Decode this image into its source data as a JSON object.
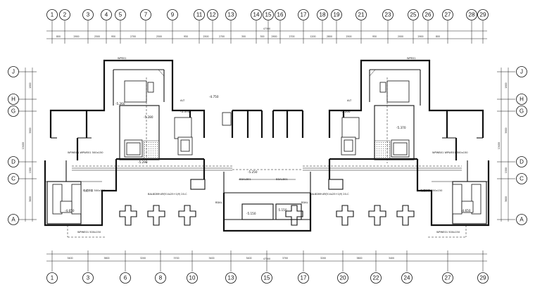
{
  "drawing": {
    "axes_top": [
      "1",
      "2",
      "3",
      "4",
      "5",
      "7",
      "9",
      "11",
      "12",
      "13",
      "14",
      "15",
      "16",
      "17",
      "18",
      "19",
      "21",
      "23",
      "25",
      "26",
      "27",
      "28",
      "29"
    ],
    "axes_bottom": [
      "1",
      "3",
      "6",
      "8",
      "10",
      "13",
      "15",
      "17",
      "20",
      "22",
      "24",
      "27",
      "29"
    ],
    "axes_left": [
      "J",
      "H",
      "G",
      "D",
      "C",
      "A"
    ],
    "axes_right": [
      "J",
      "H",
      "G",
      "D",
      "C",
      "A"
    ],
    "top_dims": [
      "800",
      "2900",
      "2500",
      "950",
      "2700",
      "2500",
      "950",
      "2500",
      "2700",
      "300",
      "300",
      "2900",
      "2700",
      "1200",
      "2800",
      "2500",
      "950",
      "2000",
      "2900",
      "800"
    ],
    "top_total": "47300",
    "bottom_dims": [
      "3400",
      "3800",
      "3200",
      "3700",
      "3400",
      "3400",
      "3700",
      "3200",
      "3800",
      "3400"
    ],
    "bottom_total": "47300",
    "left_dims": [
      "1800",
      "3800",
      "1500",
      "3600"
    ],
    "left_total": "13400",
    "right_dims": [
      "1800",
      "3800",
      "1500",
      "3600"
    ],
    "right_total": "13400",
    "elevations": [
      "-5.260",
      "-5.280",
      "-5.370",
      "-4.750",
      "-5.290",
      "-5.250",
      "-4.650",
      "-5.150",
      "-5.150",
      "-4.650",
      "-5.260",
      "-5.370"
    ],
    "notes": {
      "wpe_top": "WPE01",
      "wpe_top_r": "WPE01",
      "bracket": "ALT",
      "corridor": "BDALB01",
      "corridor_r": "BDALB01",
      "tray_left": "WPWB01 WPWE01 500x150",
      "tray_right": "WPWB01 WPWE01 500x150",
      "feeder_left": "BAL8DMH-BYJY-4x25+1JYJ 20-C",
      "feeder_right": "BAL8DMH-BYJY-4x25+1JYJ 20-C",
      "cable_note_l": "WPWE01 500x150",
      "cable_note_r": "WPWE01 500x150",
      "riser_l": "电缆桥架 500x150",
      "riser_r": "电缆桥架 500x150",
      "label_small": "BDAL"
    }
  }
}
